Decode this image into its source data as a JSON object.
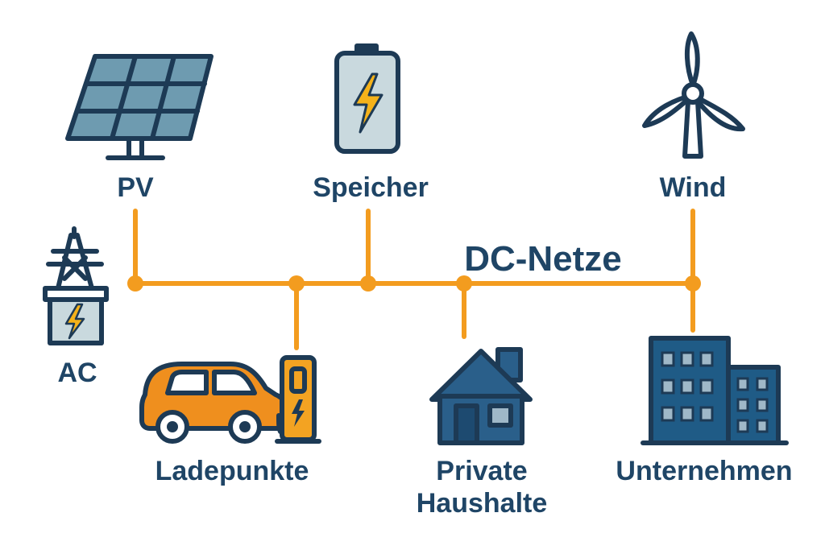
{
  "diagram": {
    "title": "DC-Netze",
    "nodes": {
      "pv": {
        "label": "PV",
        "icon": "solar-panel-icon"
      },
      "speicher": {
        "label": "Speicher",
        "icon": "battery-icon"
      },
      "wind": {
        "label": "Wind",
        "icon": "wind-turbine-icon"
      },
      "ac": {
        "label": "AC",
        "icon": "power-pylon-icon"
      },
      "ladepunkte": {
        "label": "Ladepunkte",
        "icon": "ev-charging-icon"
      },
      "haushalte": {
        "label_line1": "Private",
        "label_line2": "Haushalte",
        "icon": "house-icon"
      },
      "unternehmen": {
        "label": "Unternehmen",
        "icon": "office-building-icon"
      }
    },
    "colors": {
      "bus": "#f39c1f",
      "ink": "#1d3a55",
      "label": "#1f4566",
      "panel_fill": "#6e9bb0",
      "battery_fill": "#c9d9de",
      "car_fill": "#ef8f1e",
      "building_fill": "#1f5b86",
      "house_fill": "#2a5f8a",
      "bolt": "#f5b21a"
    }
  }
}
